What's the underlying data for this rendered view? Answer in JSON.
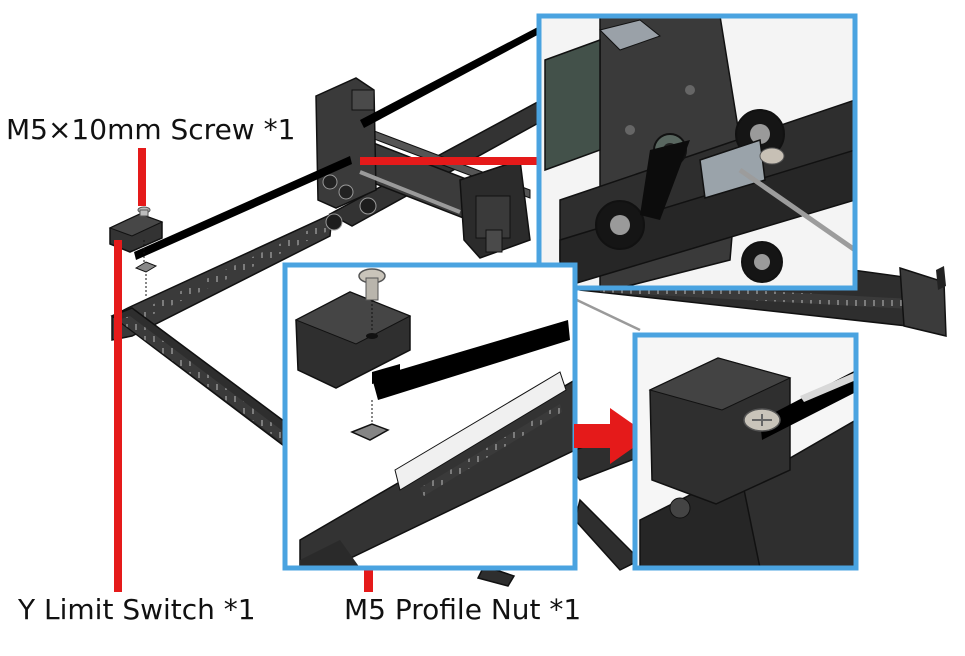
{
  "labels": {
    "screw": "M5×10mm Screw *1",
    "limit_switch": "Y Limit Switch *1",
    "profile_nut": "M5 Profile Nut *1"
  },
  "colors": {
    "callout": "#e51a1a",
    "frame": "#4aa3e0",
    "metal_dark": "#2b2b2b",
    "metal_mid": "#3d3d3d",
    "outline": "#111111"
  },
  "icons": {
    "arrow": "right-arrow-icon"
  }
}
